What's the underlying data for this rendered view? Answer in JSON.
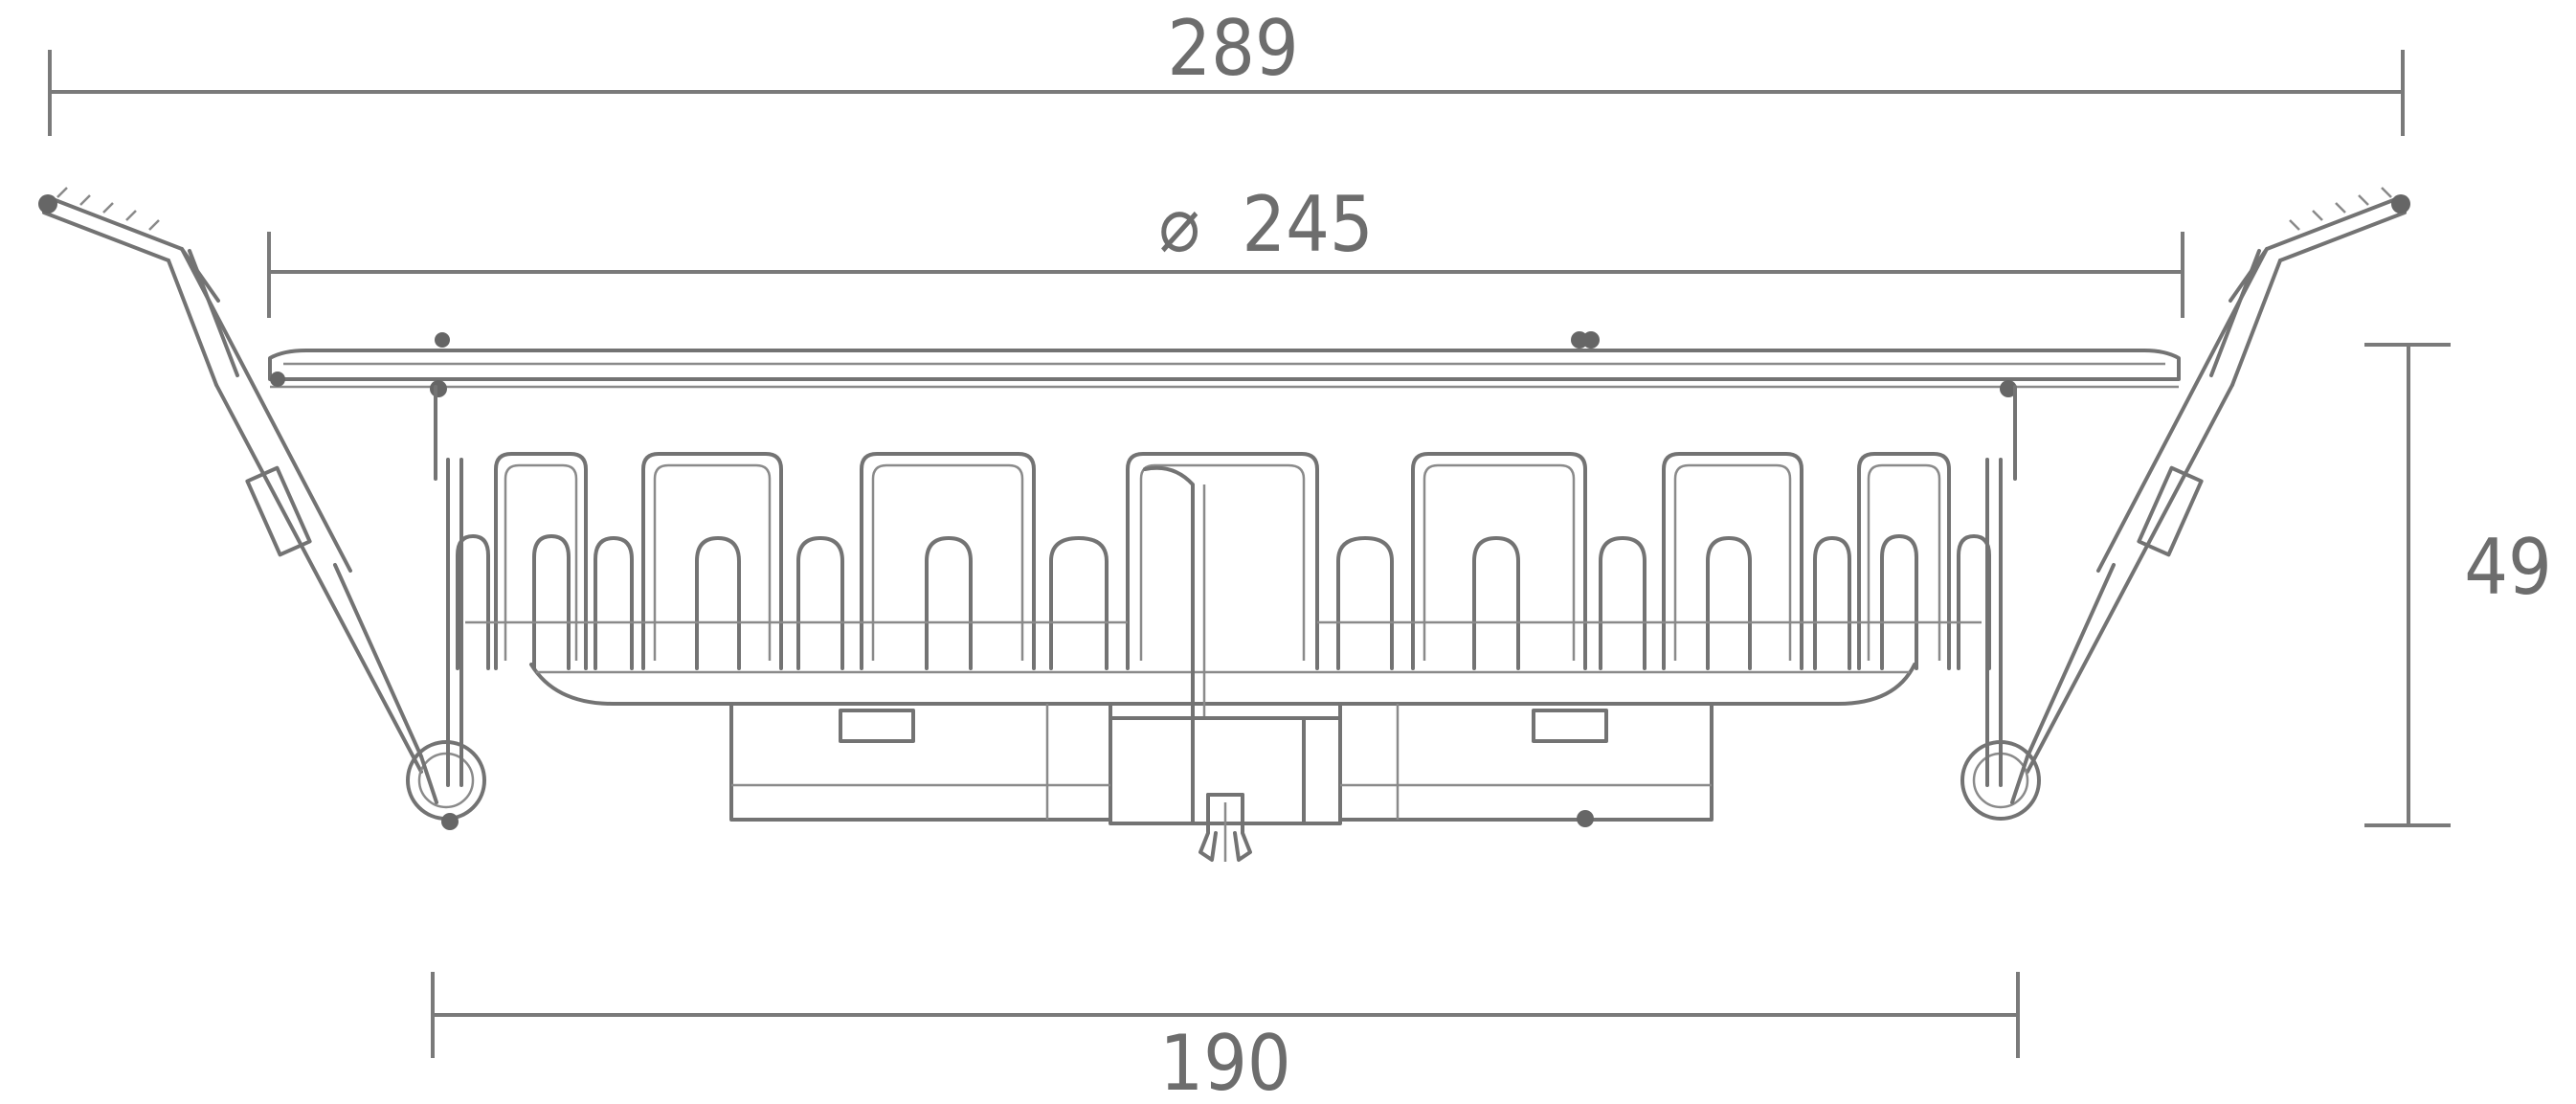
{
  "dimensions": {
    "overall_width": "289",
    "diameter_symbol": "⌀",
    "cutout_diameter": "245",
    "body_width": "190",
    "height": "49"
  },
  "colors": {
    "line": "#737373",
    "text": "#6d6d6d",
    "background": "#ffffff"
  }
}
